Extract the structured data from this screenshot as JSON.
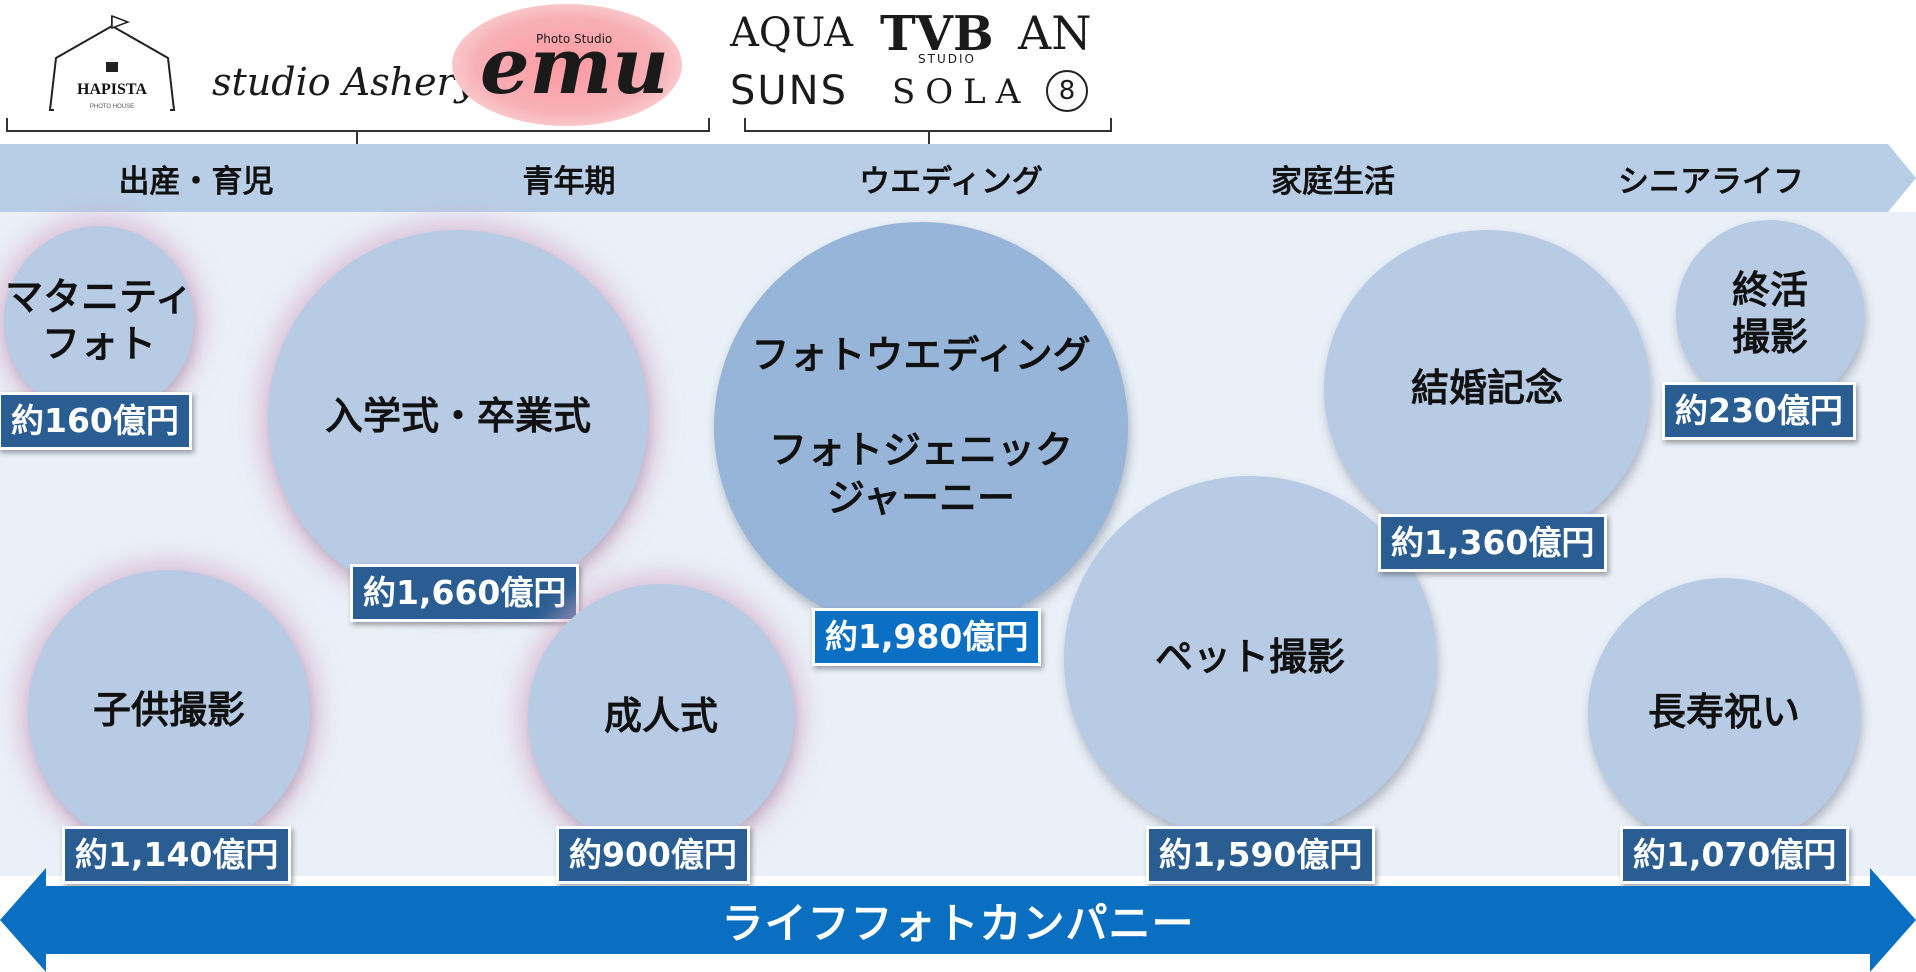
{
  "logos": {
    "group1": [
      "HAPISTA",
      "studio Ashery",
      "emu"
    ],
    "hapista_caption": "PHOTO HOUSE",
    "emu_caption": "Photo Studio",
    "group2": [
      "AQUA",
      "TVB",
      "AN",
      "SUNS",
      "SOLA",
      "8"
    ],
    "tvb_caption": "STUDIO"
  },
  "stages": [
    "出産・育児",
    "青年期",
    "ウエディング",
    "家庭生活",
    "シニアライフ"
  ],
  "bubbles": {
    "maternity": {
      "label": "マタニティ\nフォト",
      "price": "約160億円"
    },
    "ceremony": {
      "label": "入学式・卒業式",
      "price": "約1,660億円"
    },
    "kids": {
      "label": "子供撮影",
      "price": "約1,140億円"
    },
    "coming_of_age": {
      "label": "成人式",
      "price": "約900億円"
    },
    "wedding": {
      "label": "フォトウエディング\n\nフォトジェニック\nジャーニー",
      "price": "約1,980億円"
    },
    "pet": {
      "label": "ペット撮影",
      "price": "約1,590億円"
    },
    "anniversary": {
      "label": "結婚記念",
      "price": "約1,360億円"
    },
    "end_of_life": {
      "label": "終活\n撮影",
      "price": "約230億円"
    },
    "longevity": {
      "label": "長寿祝い",
      "price": "約1,070億円"
    }
  },
  "footer": {
    "label": "ライフフォトカンパニー"
  },
  "colors": {
    "stage": "#b8cde6",
    "bubble": "#b7cbe5",
    "price": "#2a5d92",
    "arrow": "#0a6fc0"
  }
}
